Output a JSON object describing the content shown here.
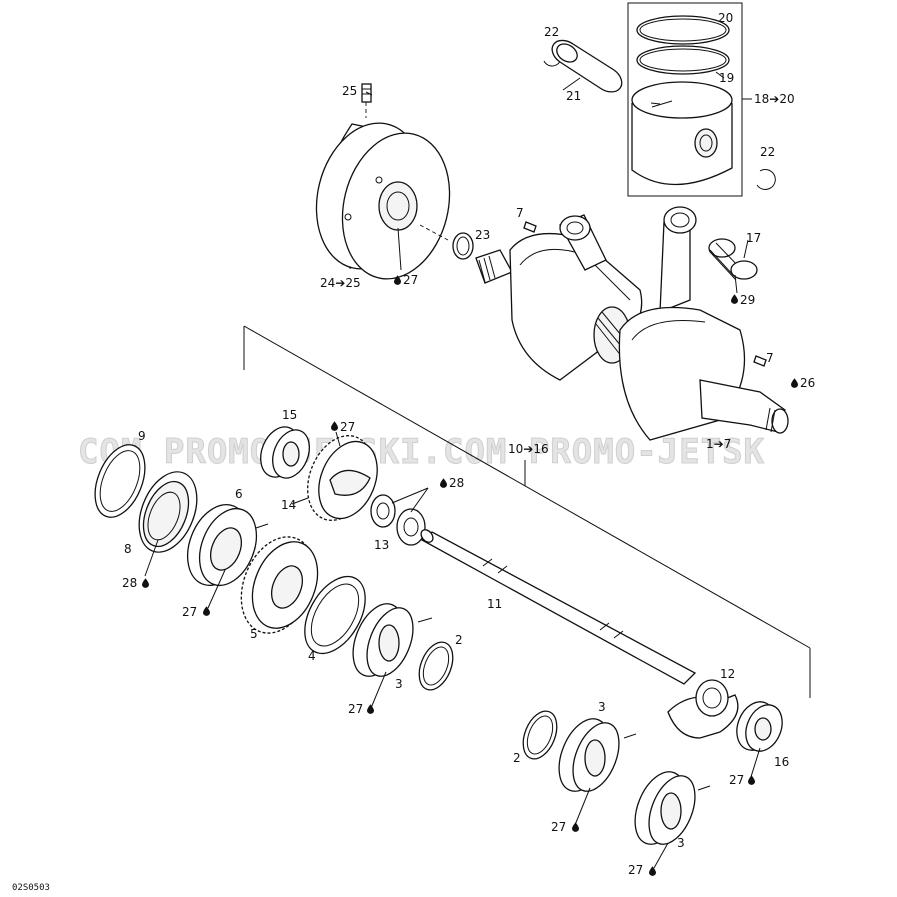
{
  "diagram": {
    "reference_code": "02S0503",
    "watermark": "COM PROMO-JETSKI.COM PROMO-JETSK",
    "callouts": {
      "c20": "20",
      "c22a": "22",
      "c19": "19",
      "c21": "21",
      "c18_20": "18➔20",
      "c22b": "22",
      "c25": "25",
      "c7a": "7",
      "c23": "23",
      "c17": "17",
      "c24_25": "24➔25",
      "c27a": "27",
      "c29": "29",
      "c7b": "7",
      "c26": "26",
      "c15": "15",
      "c27b": "27",
      "c9": "9",
      "c10_16": "10➔16",
      "c1_7": "1➔7",
      "c28a": "28",
      "c6": "6",
      "c14": "14",
      "c13": "13",
      "c8": "8",
      "c28b": "28",
      "c27c": "27",
      "c5": "5",
      "c11": "11",
      "c2a": "2",
      "c4": "4",
      "c3a": "3",
      "c27d": "27",
      "c12": "12",
      "c3b": "3",
      "c2b": "2",
      "c27e": "27",
      "c16": "16",
      "c27f": "27",
      "c3c": "3",
      "c27g": "27"
    },
    "lubricant_icon": "oil-drop-icon"
  }
}
